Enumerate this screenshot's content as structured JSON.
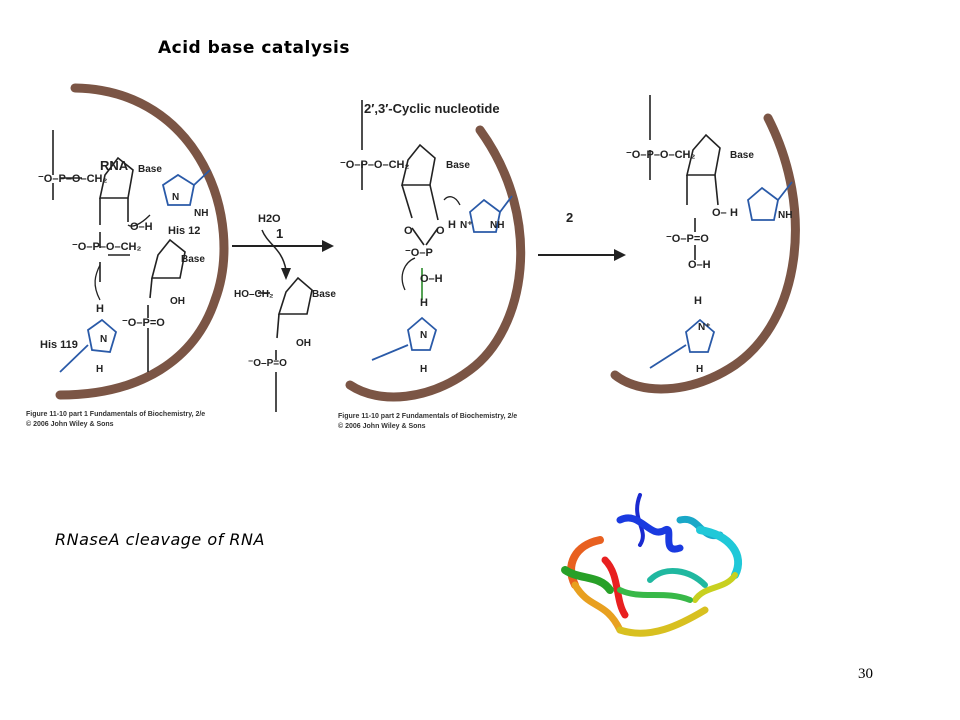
{
  "slide": {
    "title": "Acid base catalysis",
    "caption": "RNaseA cleavage of RNA",
    "page_number": "30"
  },
  "figure_part1": {
    "rna_label": "RNA",
    "his12_label": "His 12",
    "his119_label": "His 119",
    "base_label": "Base",
    "water_label": "H2O",
    "step1_label": "1",
    "credit_line1": "Figure 11-10 part 1  Fundamentals of Biochemistry, 2/e",
    "credit_line2": "© 2006 John Wiley & Sons"
  },
  "figure_part2": {
    "cyclic_label": "2′,3′-Cyclic nucleotide",
    "step2_label": "2",
    "base_label": "Base",
    "credit_line1": "Figure 11-10 part 2  Fundamentals of Biochemistry, 2/e",
    "credit_line2": "© 2006 John Wiley & Sons"
  },
  "colors": {
    "enzyme_arc": "#7b5545",
    "red_atom": "#c0202a",
    "green_atom": "#2a8a2a",
    "blue_bond": "#2a5aa8"
  },
  "protein_image": {
    "icon": "ribbon-protein-structure"
  }
}
